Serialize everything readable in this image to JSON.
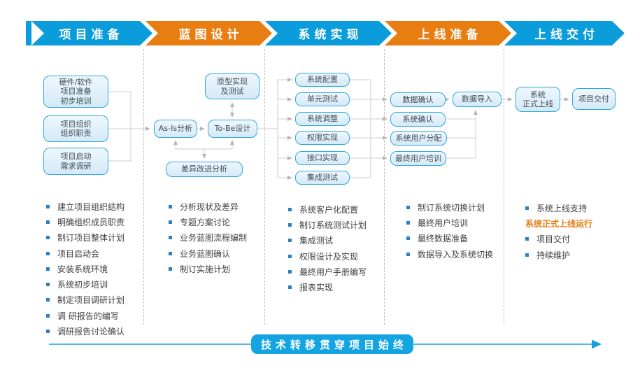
{
  "colors": {
    "band_blue": "#0a9cdb",
    "band_orange": "#e87d12",
    "box_border": "#31a9de",
    "box_fill": "#ddeffa",
    "bullet": "#2d7fc3",
    "text": "#404040",
    "highlight": "#e87d12",
    "connector": "#cccccc",
    "arrowhead": "#b5b5b5",
    "footer_blue": "#14a4e1"
  },
  "phases": [
    {
      "label": "项目准备",
      "color": "blue"
    },
    {
      "label": "蓝图设计",
      "color": "orange"
    },
    {
      "label": "系统实现",
      "color": "blue"
    },
    {
      "label": "上线准备",
      "color": "orange"
    },
    {
      "label": "上线交付",
      "color": "blue"
    }
  ],
  "flow": {
    "boxes": [
      {
        "lines": [
          "硬件/软件",
          "项目准备",
          "初步培训"
        ]
      },
      {
        "lines": [
          "项目组织",
          "组织职责"
        ]
      },
      {
        "lines": [
          "项目启动",
          "需求调研"
        ]
      },
      {
        "lines": [
          "As-Is分析"
        ]
      },
      {
        "lines": [
          "To-Be设计"
        ]
      },
      {
        "lines": [
          "原型实现",
          "及测试"
        ]
      },
      {
        "lines": [
          "差异改进分析"
        ]
      },
      {
        "lines": [
          "系统配置"
        ]
      },
      {
        "lines": [
          "单元测试"
        ]
      },
      {
        "lines": [
          "系统调整"
        ]
      },
      {
        "lines": [
          "权限实现"
        ]
      },
      {
        "lines": [
          "接口实现"
        ]
      },
      {
        "lines": [
          "集成测试"
        ]
      },
      {
        "lines": [
          "数据确认"
        ]
      },
      {
        "lines": [
          "系统确认"
        ]
      },
      {
        "lines": [
          "系统用户分配"
        ]
      },
      {
        "lines": [
          "最终用户培训"
        ]
      },
      {
        "lines": [
          "数据导入"
        ]
      },
      {
        "lines": [
          "系统",
          "正式上线"
        ]
      },
      {
        "lines": [
          "项目交付"
        ]
      }
    ]
  },
  "bullets": {
    "columns": [
      {
        "items": [
          {
            "text": "建立项目组织结构"
          },
          {
            "text": "明确组织成员职责"
          },
          {
            "text": "制订项目整体计划"
          },
          {
            "text": "项目启动会"
          },
          {
            "text": "安装系统环境"
          },
          {
            "text": "系统初步培训"
          },
          {
            "text": "制定项目调研计划"
          },
          {
            "text": "调 研报告的编写"
          },
          {
            "text": "调研报告讨论确认"
          }
        ]
      },
      {
        "items": [
          {
            "text": "分析现状及差异"
          },
          {
            "text": "专题方案讨论"
          },
          {
            "text": "业务蓝图流程编制"
          },
          {
            "text": "业务蓝图确认"
          },
          {
            "text": "制订实施计划"
          }
        ]
      },
      {
        "items": [
          {
            "text": "系统客户化配置"
          },
          {
            "text": "制订系统测试计划"
          },
          {
            "text": "集成测试"
          },
          {
            "text": "权限设计及实现"
          },
          {
            "text": "最终用户手册编写"
          },
          {
            "text": "报表实现"
          }
        ]
      },
      {
        "items": [
          {
            "text": "制订系统切换计划"
          },
          {
            "text": "最终用户培训"
          },
          {
            "text": "最终数据准备"
          },
          {
            "text": "数据导入及系统切换"
          }
        ]
      },
      {
        "items": [
          {
            "text": "系统上线支持"
          },
          {
            "text": "系统正式上线运行",
            "highlight": true
          },
          {
            "text": "项目交付"
          },
          {
            "text": "持续维护"
          }
        ]
      }
    ]
  },
  "footer": {
    "banner": "技术转移贯穿项目始终"
  }
}
